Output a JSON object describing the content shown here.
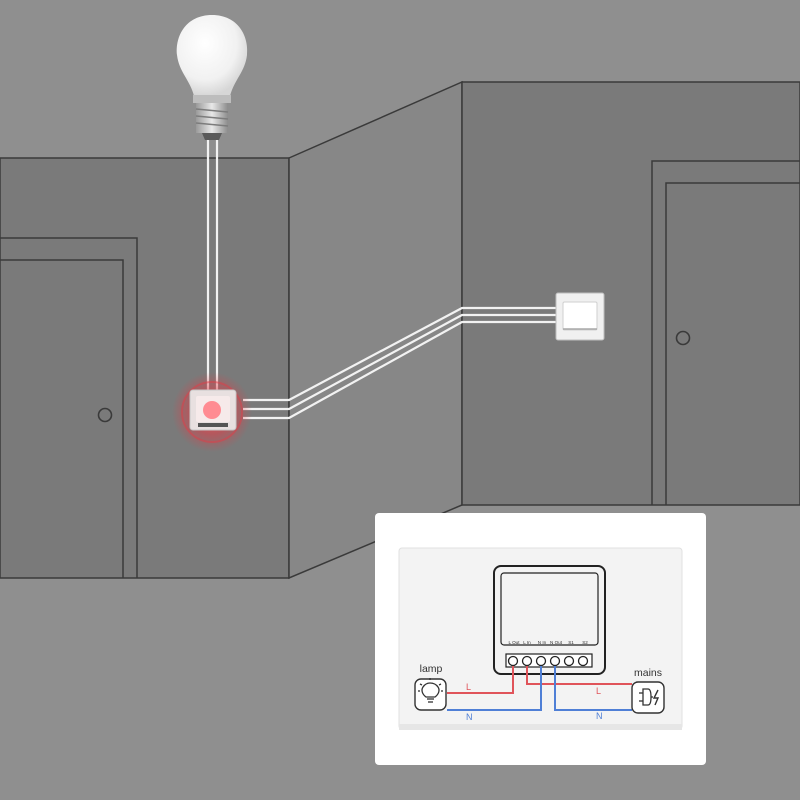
{
  "diagram": {
    "module": {
      "terminals": [
        "L Out",
        "L In",
        "N In",
        "N Out",
        "S1",
        "S2"
      ]
    },
    "lamp": {
      "label": "lamp",
      "icon": "lightbulb-icon"
    },
    "mains": {
      "label": "mains",
      "icon": "power-plug-icon"
    },
    "wires": {
      "live_left": "L",
      "neutral_left": "N",
      "live_right": "L",
      "neutral_right": "N"
    },
    "colors": {
      "live": "#e0545a",
      "neutral": "#4f7fd6",
      "wall": "#7c7c7c",
      "alert": "#e23c46"
    }
  }
}
